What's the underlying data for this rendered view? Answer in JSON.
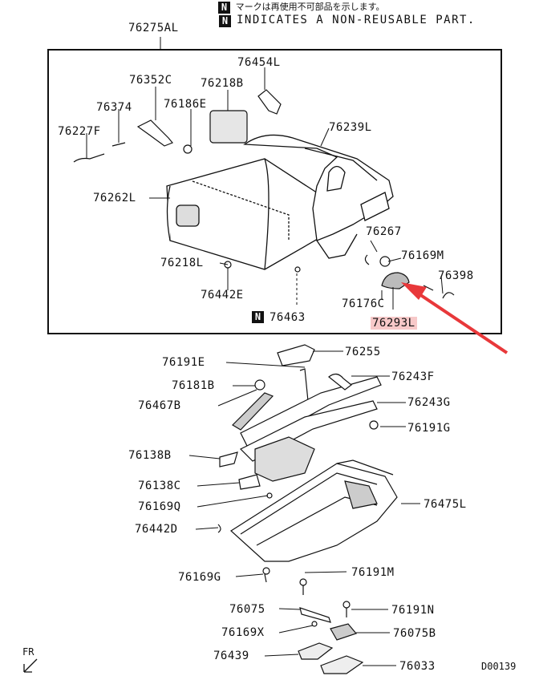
{
  "header": {
    "jp_note": "マークは再使用不可部品を示します。",
    "n_symbol": "N",
    "indicates_text": "INDICATES A NON-REUSABLE PART."
  },
  "labels": {
    "p76275AL": "76275AL",
    "p76454L": "76454L",
    "p76352C": "76352C",
    "p76218B": "76218B",
    "p76374": "76374",
    "p76186E": "76186E",
    "p76227F": "76227F",
    "p76239L": "76239L",
    "p76262L": "76262L",
    "p76218L": "76218L",
    "p76442E": "76442E",
    "p76463": "76463",
    "p76267": "76267",
    "p76169M": "76169M",
    "p76398": "76398",
    "p76176C": "76176C",
    "p76293L": "76293L",
    "p76191E": "76191E",
    "p76255": "76255",
    "p76181B": "76181B",
    "p76243F": "76243F",
    "p76467B": "76467B",
    "p76243G": "76243G",
    "p76191G": "76191G",
    "p76138B": "76138B",
    "p76138C": "76138C",
    "p76475L": "76475L",
    "p76169Q": "76169Q",
    "p76442D": "76442D",
    "p76169G": "76169G",
    "p76191M": "76191M",
    "p76075": "76075",
    "p76191N": "76191N",
    "p76169X": "76169X",
    "p76075B": "76075B",
    "p76439": "76439",
    "p76033": "76033"
  },
  "footer": {
    "direction": "FR",
    "diagram_code": "D00139"
  },
  "colors": {
    "highlight": "#f7c9c9",
    "arrow": "#e8383a",
    "line": "#111111"
  }
}
